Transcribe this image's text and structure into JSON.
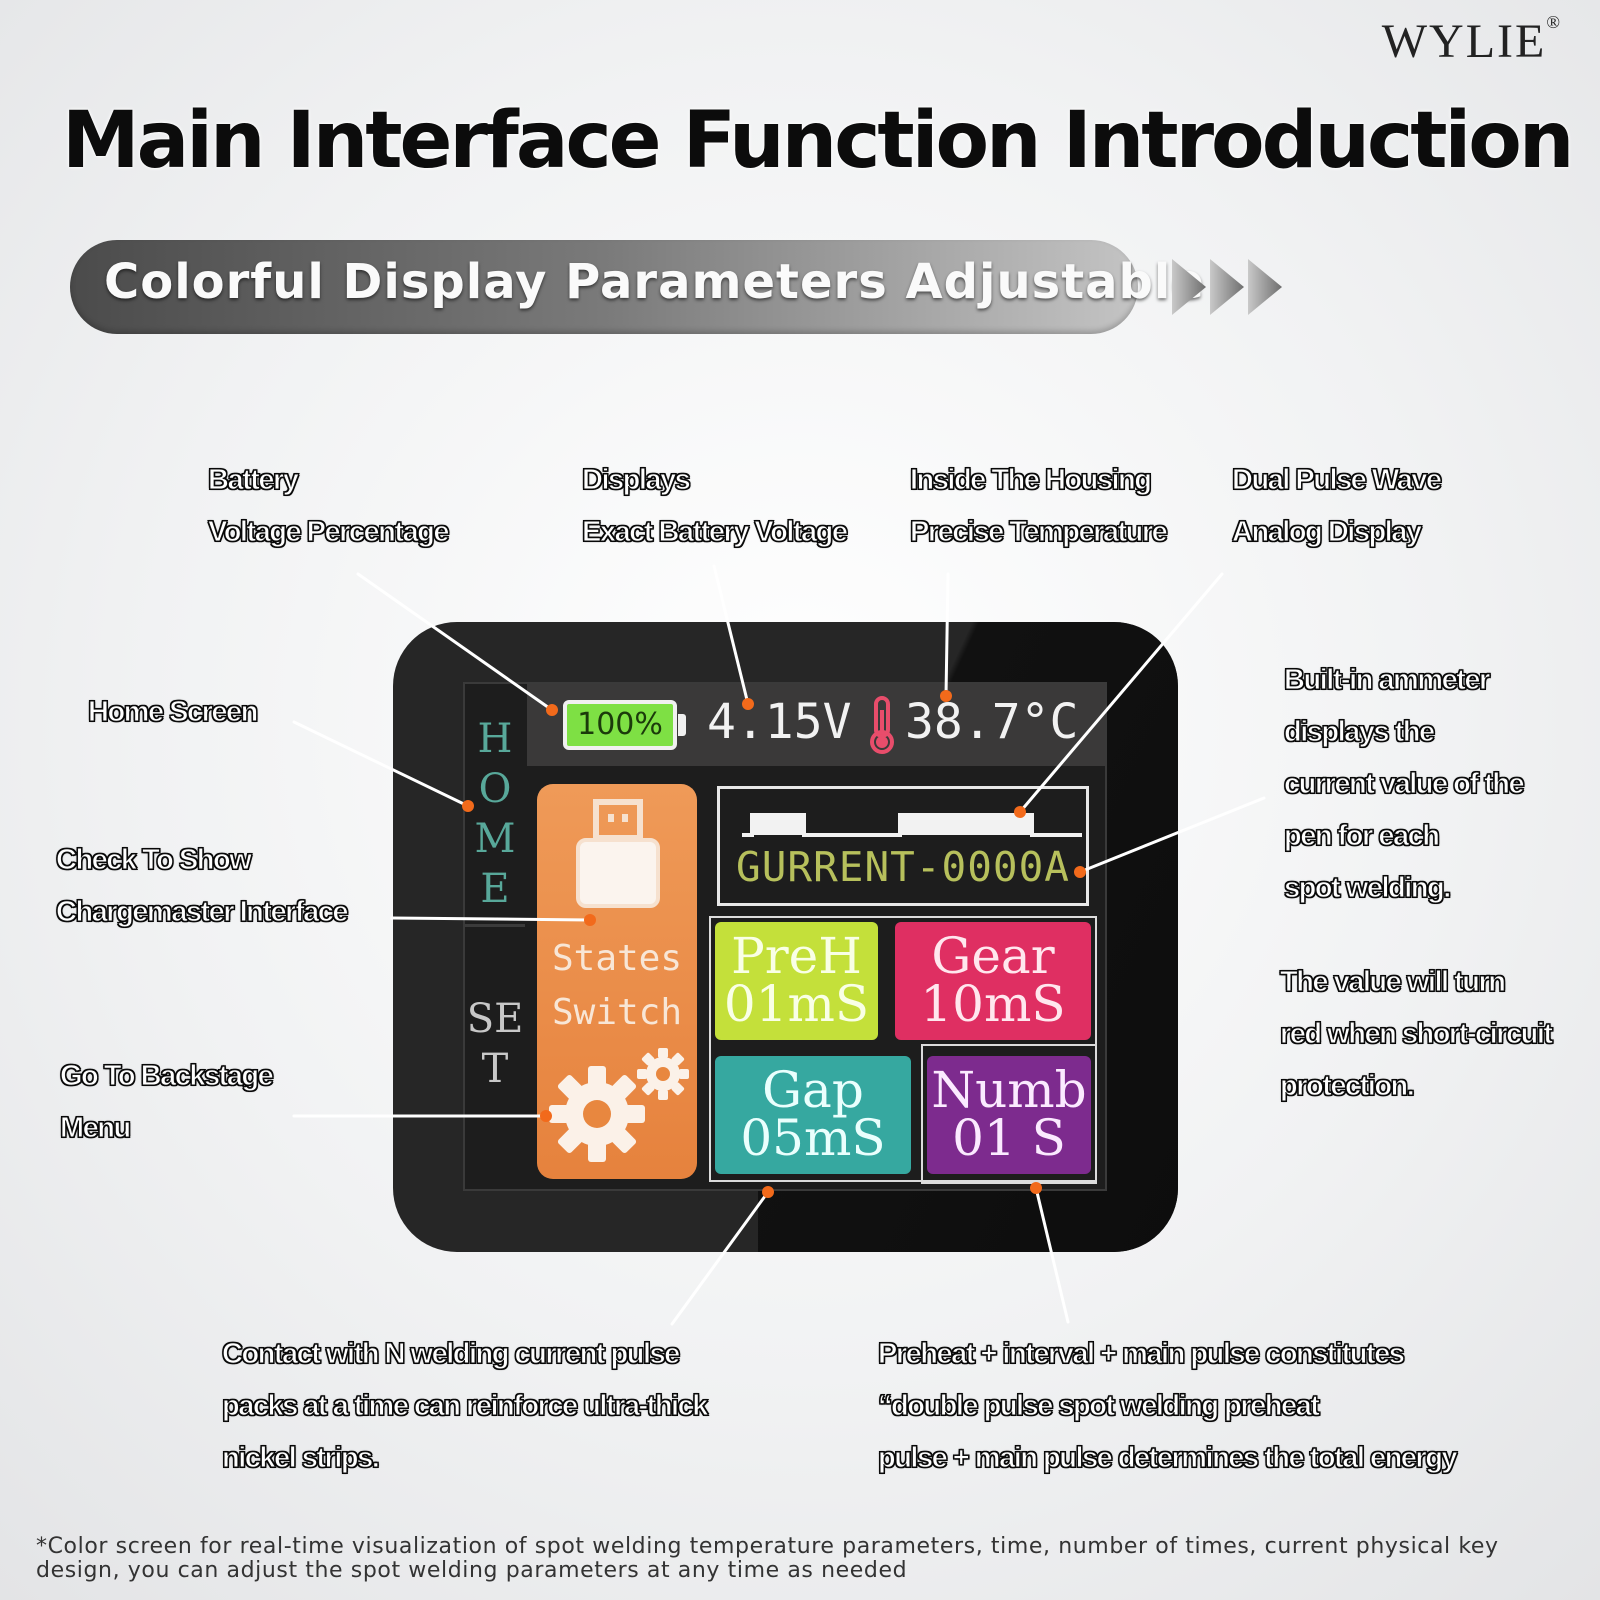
{
  "brand": {
    "name": "WYLIE",
    "mark": "®"
  },
  "title": "Main Interface Function Introduction",
  "banner": {
    "label": "Colorful Display Parameters Adjustable"
  },
  "annotations": {
    "battery": "Battery\nVoltage Percentage",
    "voltage": "Displays\nExact Battery Voltage",
    "temperature": "Inside The Housing\nPrecise Temperature",
    "wave": "Dual Pulse Wave\nAnalog Display",
    "ammeter": "Built-in ammeter\ndisplays the\ncurrent value of the\npen for each\nspot welding.",
    "short_circuit": "The value will turn\nred when short-circuit\nprotection.",
    "home": "Home Screen",
    "chargemaster": "Check To Show\nChargemaster Interface",
    "backstage": "Go To Backstage\nMenu",
    "pulse_packs": "Contact with N welding current pulse\npacks at a time can reinforce ultra-thick\nnickel strips.",
    "preheat": "Preheat + interval + main pulse constitutes\n“double pulse spot welding preheat\npulse + main pulse determines the total energy"
  },
  "screen": {
    "sidebar": {
      "home": "HOME",
      "set": "SET"
    },
    "battery_percent": "100%",
    "voltage": "4.15V",
    "temperature": "38.7°C",
    "current": "GURRENT-0000A",
    "states": {
      "line1": "States",
      "line2": "Switch"
    },
    "tiles": {
      "preh": {
        "label": "PreH",
        "value": "01mS"
      },
      "gear": {
        "label": "Gear",
        "value": "10mS"
      },
      "gap": {
        "label": "Gap",
        "value": "05mS"
      },
      "numb": {
        "label": "Numb",
        "value": "01 S"
      }
    },
    "colors": {
      "battery": "#7ee044",
      "states": "#e6823d",
      "preh": "#c4e03a",
      "gear": "#df2f62",
      "gap": "#36a8a0",
      "numb": "#7d2b8e",
      "current": "#b7c05c"
    }
  },
  "footnote": "*Color screen for real-time visualization of spot welding temperature parameters, time, number of times, current physical key design, you can adjust the spot welding parameters at any time as needed"
}
